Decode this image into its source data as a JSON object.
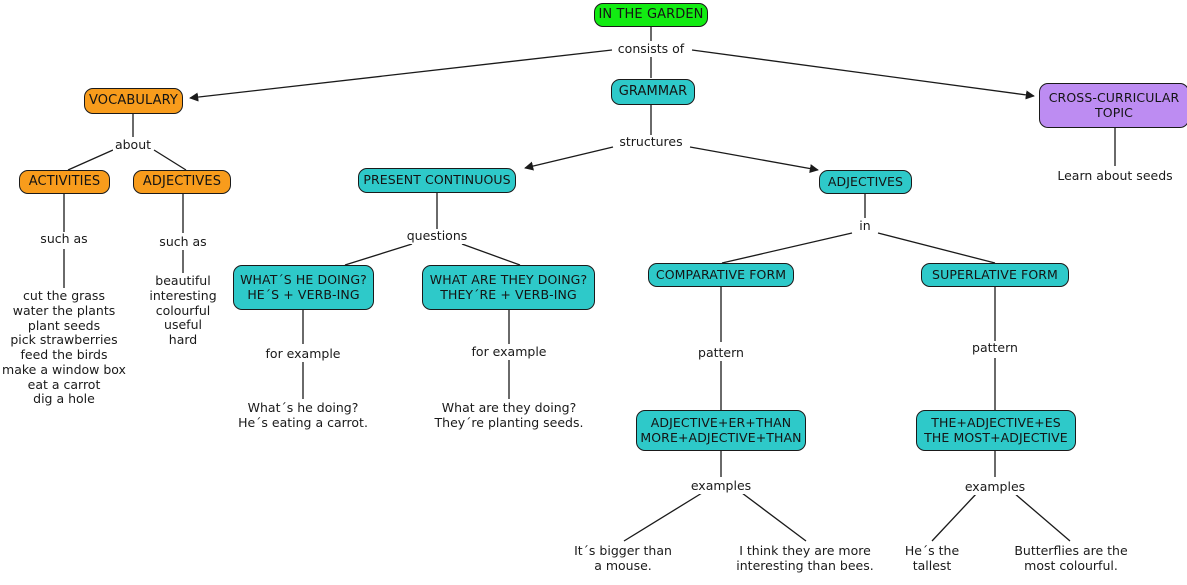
{
  "map": {
    "title": "IN THE GARDEN concept map",
    "colors": {
      "root": "#12ec12",
      "vocabulary": "#f89c1c",
      "grammar": "#2ec9c9",
      "cross_curricular": "#bd8cf2",
      "edge": "#1a1a1a",
      "background": "#ffffff"
    }
  },
  "nodes": {
    "root": "IN THE GARDEN",
    "vocabulary": "VOCABULARY",
    "grammar": "GRAMMAR",
    "cross_curricular": "CROSS-CURRICULAR\nTOPIC",
    "activities": "ACTIVITIES",
    "vocab_adjectives": "ADJECTIVES",
    "present_continuous": "PRESENT CONTINUOUS",
    "grammar_adjectives": "ADJECTIVES",
    "question_he": "WHAT´S HE DOING?\nHE´S + VERB-ING",
    "question_they": "WHAT ARE THEY DOING?\nTHEY´RE + VERB-ING",
    "comparative_form": "COMPARATIVE FORM",
    "superlative_form": "SUPERLATIVE FORM",
    "comparative_pattern": "ADJECTIVE+ER+THAN\nMORE+ADJECTIVE+THAN",
    "superlative_pattern": "THE+ADJECTIVE+ES\nTHE MOST+ADJECTIVE"
  },
  "link_labels": {
    "consists_of": "consists of",
    "about": "about",
    "structures": "structures",
    "such_as_activities": "such as",
    "such_as_adjectives": "such as",
    "questions": "questions",
    "in": "in",
    "for_example_he": "for example",
    "for_example_they": "for example",
    "pattern_comparative": "pattern",
    "pattern_superlative": "pattern",
    "examples_comparative": "examples",
    "examples_superlative": "examples"
  },
  "leaves": {
    "activities_list": "cut the grass\nwater the plants\nplant seeds\npick strawberries\nfeed the birds\nmake a window box\neat a carrot\ndig a hole",
    "adjectives_list": "beautiful\ninteresting\ncolourful\nuseful\nhard",
    "cross_curricular_note": "Learn about seeds",
    "example_he": "What´s he doing?\nHe´s eating a carrot.",
    "example_they": "What are they doing?\nThey´re planting seeds.",
    "example_comparative_1": "It´s bigger than\na mouse.",
    "example_comparative_2": "I think they are more\ninteresting than bees.",
    "example_superlative_1": "He´s the\ntallest",
    "example_superlative_2": "Butterflies are the\nmost colourful."
  }
}
